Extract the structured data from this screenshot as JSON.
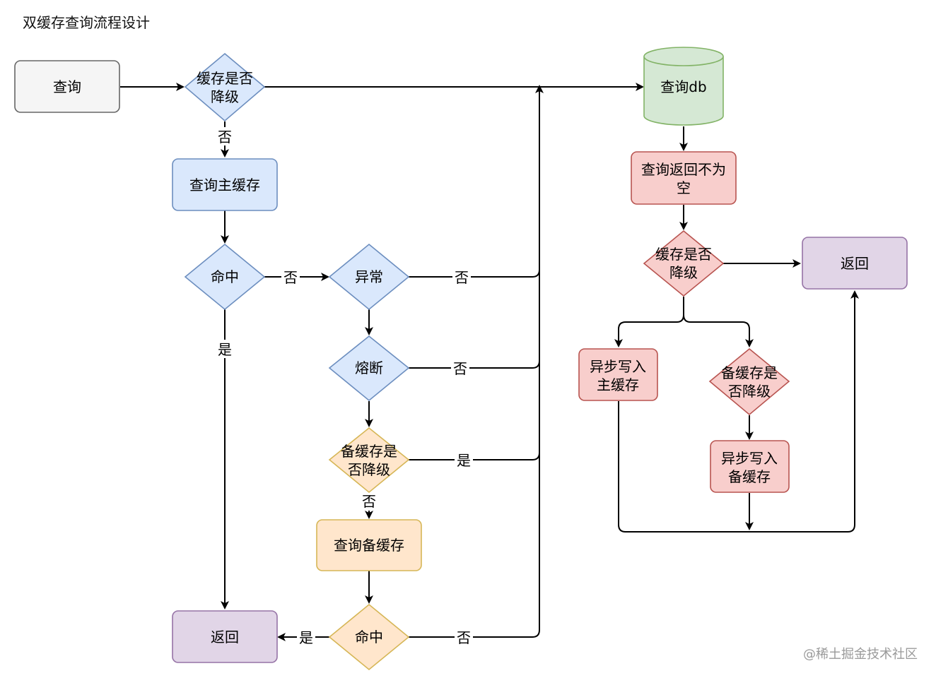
{
  "title": "双缓存查询流程设计",
  "watermark": "@稀土掘金技术社区",
  "nodes": {
    "query": "查询",
    "cache_degraded": [
      "缓存是否",
      "降级"
    ],
    "query_main_cache": "查询主缓存",
    "hit_main": "命中",
    "exception": "异常",
    "circuit_break": "熔断",
    "backup_degraded": [
      "备缓存是",
      "否降级"
    ],
    "query_backup_cache": "查询备缓存",
    "hit_backup": "命中",
    "return_left": "返回",
    "query_db": "查询db",
    "db_not_empty": [
      "查询返回不为",
      "空"
    ],
    "cache_degraded_right": [
      "缓存是否",
      "降级"
    ],
    "return_right": "返回",
    "async_write_main": [
      "异步写入",
      "主缓存"
    ],
    "backup_degraded_right": [
      "备缓存是",
      "否降级"
    ],
    "async_write_backup": [
      "异步写入",
      "备缓存"
    ]
  },
  "edge_labels": {
    "no": "否",
    "yes": "是"
  },
  "colors": {
    "gray_fill": "#f5f5f5",
    "gray_stroke": "#666666",
    "blue_fill": "#dae8fc",
    "blue_stroke": "#6c8ebf",
    "orange_fill": "#ffe6cc",
    "orange_stroke": "#d6b656",
    "purple_fill": "#e1d5e7",
    "purple_stroke": "#9673a6",
    "green_fill": "#d5e8d4",
    "green_stroke": "#82b366",
    "red_fill": "#f8cecc",
    "red_stroke": "#b85450"
  }
}
